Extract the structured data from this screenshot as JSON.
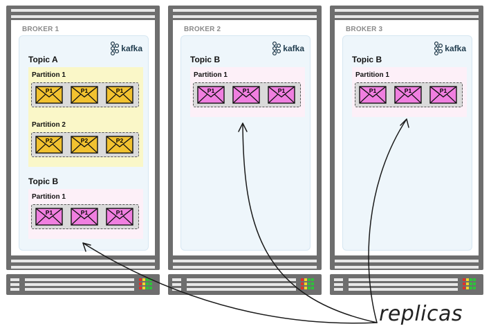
{
  "brokers": [
    {
      "label": "BROKER 1",
      "logo_text": "kafka",
      "topics": [
        {
          "name": "Topic A",
          "theme": "yellow",
          "partitions": [
            {
              "label": "Partition 1",
              "messages": [
                "P1",
                "P1",
                "P1"
              ]
            },
            {
              "label": "Partition 2",
              "messages": [
                "P2",
                "P2",
                "P2"
              ]
            }
          ]
        },
        {
          "name": "Topic B",
          "theme": "pink",
          "partitions": [
            {
              "label": "Partition 1",
              "messages": [
                "P1",
                "P1",
                "P1"
              ]
            }
          ]
        }
      ]
    },
    {
      "label": "BROKER 2",
      "logo_text": "kafka",
      "topics": [
        {
          "name": "Topic B",
          "theme": "pink",
          "partitions": [
            {
              "label": "Partition 1",
              "messages": [
                "P1",
                "P1",
                "P1"
              ]
            }
          ]
        }
      ]
    },
    {
      "label": "BROKER 3",
      "logo_text": "kafka",
      "topics": [
        {
          "name": "Topic B",
          "theme": "pink",
          "partitions": [
            {
              "label": "Partition 1",
              "messages": [
                "P1",
                "P1",
                "P1"
              ]
            }
          ]
        }
      ]
    }
  ],
  "annotation": {
    "label": "replicas"
  },
  "colors": {
    "server_frame": "#6e6e6e",
    "broker_panel": "#eef6fb",
    "topic_a_bg": "#faf7c8",
    "topic_b_bg": "#fdf0f8",
    "envelope_yellow": "#f2c230",
    "envelope_pink": "#f07fe0",
    "led_red": "#e0302a",
    "led_yellow": "#f2d52a",
    "led_green": "#2ec23a"
  },
  "icons": {
    "logo": "kafka-logo-icon",
    "message": "envelope-icon",
    "status": "status-led-icon"
  }
}
